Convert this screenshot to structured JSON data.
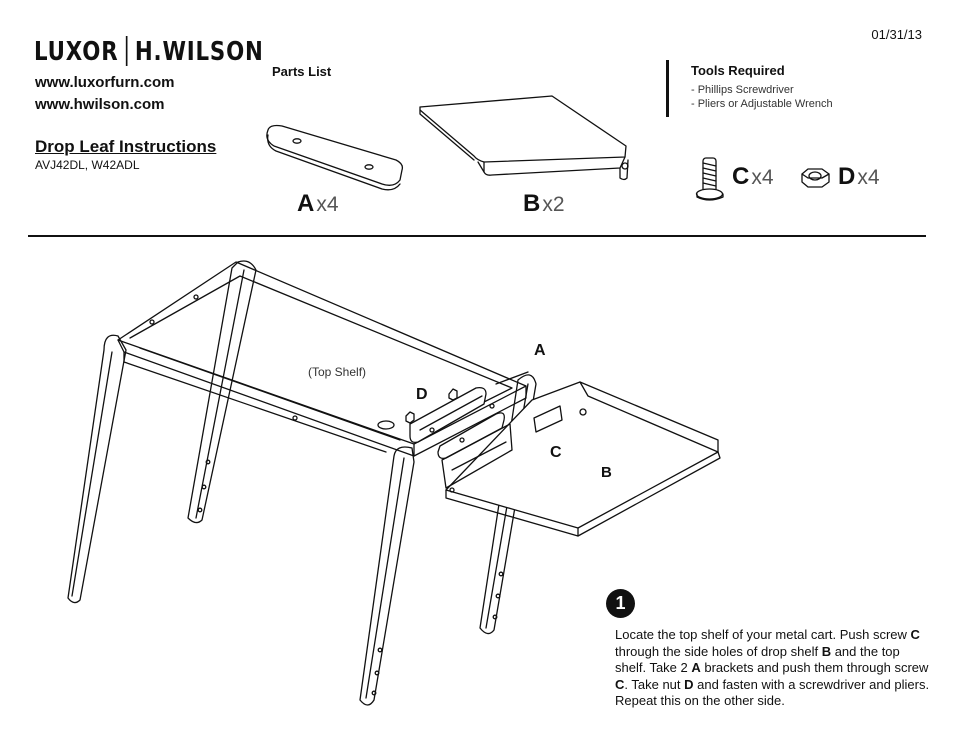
{
  "header": {
    "date": "01/31/13",
    "brand_left": "LUXOR",
    "brand_right": "H.WILSON",
    "url_1": "www.luxorfurn.com",
    "url_2": "www.hwilson.com",
    "title": "Drop Leaf Instructions",
    "models": "AVJ42DL, W42ADL"
  },
  "parts": {
    "heading": "Parts List",
    "items": [
      {
        "letter": "A",
        "qty": "x4"
      },
      {
        "letter": "B",
        "qty": "x2"
      },
      {
        "letter": "C",
        "qty": "x4"
      },
      {
        "letter": "D",
        "qty": "x4"
      }
    ]
  },
  "tools": {
    "heading": "Tools Required",
    "items": [
      "-  Phillips Screwdriver",
      "-  Pliers or Adjustable Wrench"
    ]
  },
  "diagram": {
    "top_shelf_label": "(Top Shelf)",
    "callouts": [
      "A",
      "D",
      "C",
      "B"
    ]
  },
  "step": {
    "number": "1",
    "text_parts": [
      "Locate the top shelf of your metal cart. Push screw ",
      "C",
      " through the side holes of drop shelf ",
      "B",
      " and the top shelf. Take 2 ",
      "A",
      " brackets and push them through screw ",
      "C",
      ". Take nut ",
      "D",
      " and fasten with a screwdriver and pliers. Repeat this on the other side."
    ]
  }
}
